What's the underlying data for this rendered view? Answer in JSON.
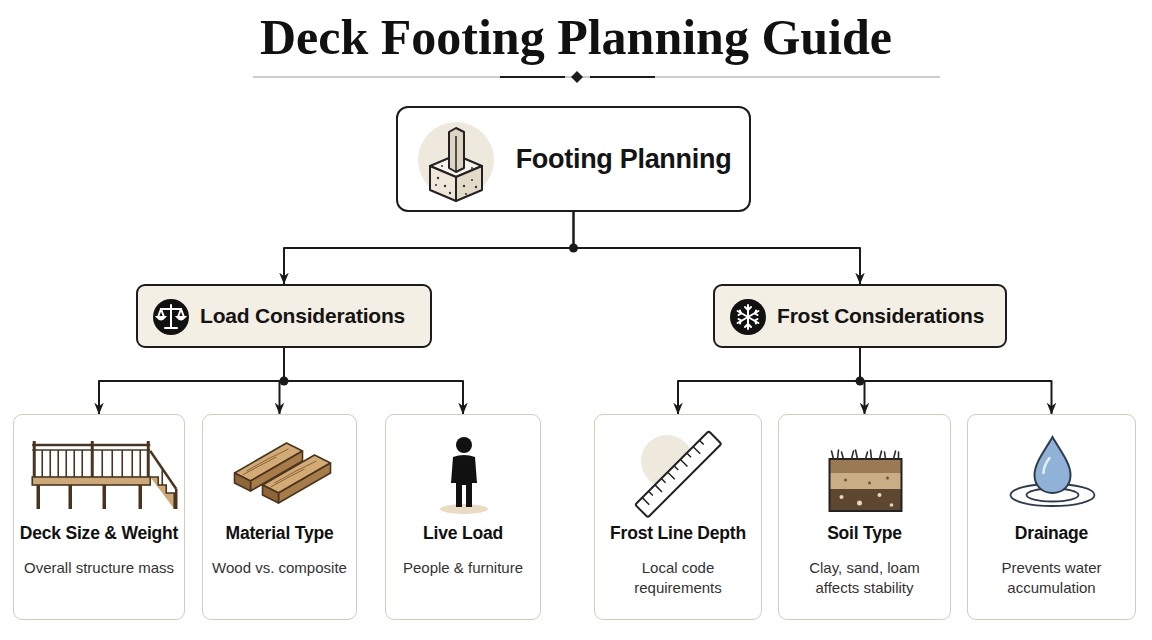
{
  "diagram": {
    "title": "Deck Footing Planning Guide",
    "nodes": [
      {
        "text": [
          "Footing Planning"
        ]
      },
      {
        "text": [
          "Load Considerations"
        ]
      },
      {
        "text": [
          "Frost Considerations"
        ]
      },
      {
        "text": [
          "Deck Size & Weight",
          "Overall structure mass"
        ]
      },
      {
        "text": [
          "Material Type",
          "Wood vs. composite"
        ]
      },
      {
        "text": [
          "Live Load",
          "People & furniture"
        ]
      },
      {
        "text": [
          "Frost Line Depth",
          "Local code requirements"
        ]
      },
      {
        "text": [
          "Soil Type",
          "Clay, sand, loam affects stability"
        ]
      },
      {
        "text": [
          "Drainage",
          "Prevents water accumulation"
        ]
      }
    ],
    "edges": [
      {
        "from": 0,
        "to": 1,
        "arrow": "to"
      },
      {
        "from": 0,
        "to": 2,
        "arrow": "to"
      },
      {
        "from": 1,
        "to": 3,
        "arrow": "to"
      },
      {
        "from": 1,
        "to": 4,
        "arrow": "to"
      },
      {
        "from": 1,
        "to": 5,
        "arrow": "to"
      },
      {
        "from": 2,
        "to": 6,
        "arrow": "to"
      },
      {
        "from": 2,
        "to": 7,
        "arrow": "to"
      },
      {
        "from": 2,
        "to": 8,
        "arrow": "to"
      }
    ]
  }
}
